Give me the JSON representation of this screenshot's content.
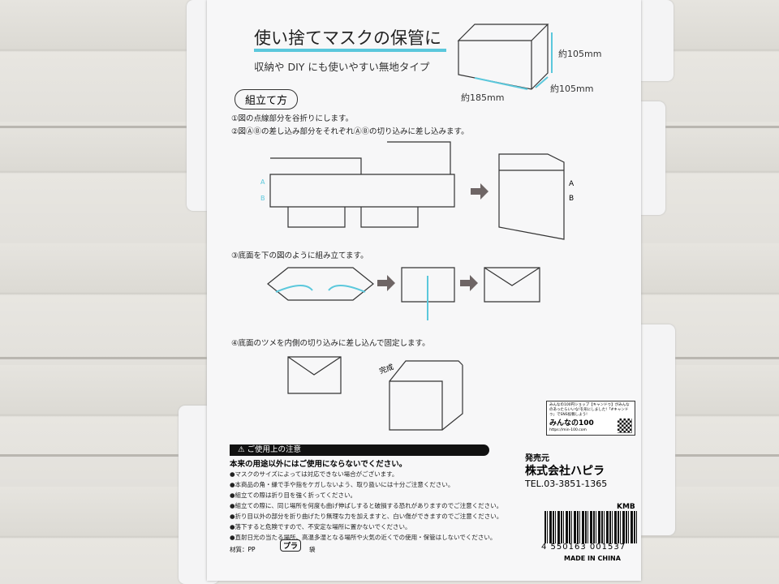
{
  "header": {
    "title": "使い捨てマスクの保管に",
    "subtitle": "収納や DIY にも使いやすい無地タイプ"
  },
  "dimensions": {
    "height": "約105mm",
    "depth": "約105mm",
    "width": "約185mm"
  },
  "assembly": {
    "heading": "組立て方",
    "steps": [
      "①図の点線部分を谷折りにします。",
      "②図ⒶⒷの差し込み部分をそれぞれⒶⒷの切り込みに差し込みます。",
      "③底面を下の図のように組み立てます。",
      "④底面のツメを内側の切り込みに差し込んで固定します。"
    ],
    "labels": {
      "a": "A",
      "b": "B",
      "done": "完成"
    }
  },
  "warnings": {
    "title": "⚠ ご使用上の注意",
    "headline": "本来の用途以外にはご使用にならないでください。",
    "items": [
      "●マスクのサイズによっては対応できない場合がございます。",
      "●本商品の角・縁で手や指をケガしないよう、取り扱いには十分ご注意ください。",
      "●組立ての際は折り目を強く折ってください。",
      "●組立ての際に、同じ場所を何度も曲げ伸ばしすると破損する恐れがありますのでご注意ください。",
      "●折り目以外の部分を折り曲げたり無理な力を加えますと、白い傷ができますのでご注意ください。",
      "●落下すると危険ですので、不安定な場所に置かないでください。",
      "●直射日光の当たる場所、高温多湿となる場所や火気の近くでの使用・保管はしないでください。"
    ],
    "material": "材質：PP",
    "recycle": "プラ",
    "bag": "袋"
  },
  "promo": {
    "text": "みんなの100円ショップ【キャンドゥ】がみんなのあったらいいな!を形にしました!「#キャンドゥ」でSNS投稿しよう!",
    "brand": "みんなの100",
    "url": "https://min-100.com"
  },
  "seller": {
    "label": "発売元",
    "company": "株式会社ハピラ",
    "tel": "TEL.03-3851-1365"
  },
  "product": {
    "code": "KMB",
    "barcode": "4 550163 001537",
    "origin": "MADE IN CHINA"
  },
  "colors": {
    "accent": "#5bc8dc",
    "arrow": "#6e6565"
  }
}
